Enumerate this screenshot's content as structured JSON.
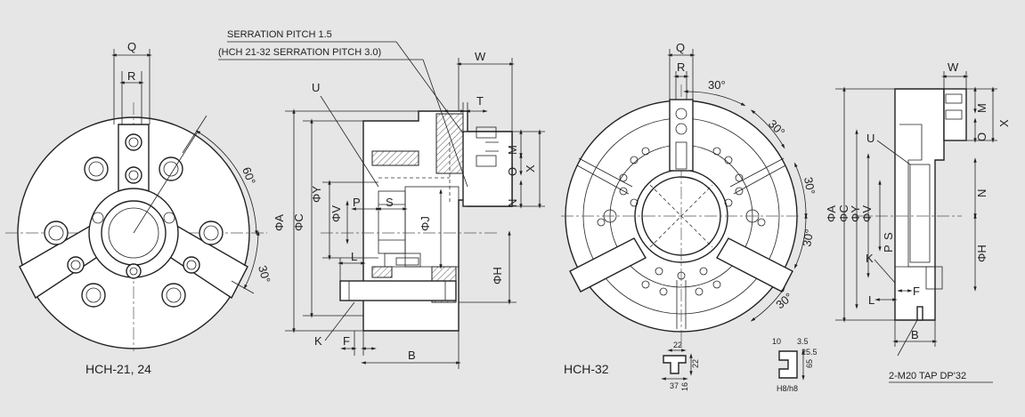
{
  "captions": {
    "left_view": "HCH-21, 24",
    "right_view": "HCH-32",
    "tap_note": "2-M20 TAP DP'32"
  },
  "notes": {
    "serration_1": "SERRATION PITCH 1.5",
    "serration_2": "(HCH 21-32 SERRATION PITCH 3.0)"
  },
  "labels": {
    "Q": "Q",
    "R": "R",
    "W": "W",
    "T": "T",
    "U": "U",
    "M": "M",
    "O": "O",
    "X": "X",
    "N": "N",
    "P": "P",
    "S": "S",
    "L": "L",
    "K": "K",
    "F": "F",
    "B": "B",
    "phiA": "ΦA",
    "phiC": "ΦC",
    "phiV": "ΦV",
    "phiY": "ΦY",
    "phiJ": "ΦJ",
    "phiH": "ΦH"
  },
  "angles": {
    "a60": "60°",
    "a30": "30°"
  },
  "detail_1": {
    "d22a": "22",
    "d22b": "22",
    "d37": "37",
    "d16": "16"
  },
  "detail_2": {
    "d10": "10",
    "d35": "3.5",
    "d255": "25.5",
    "d65": "65",
    "fit": "H8/h8"
  }
}
